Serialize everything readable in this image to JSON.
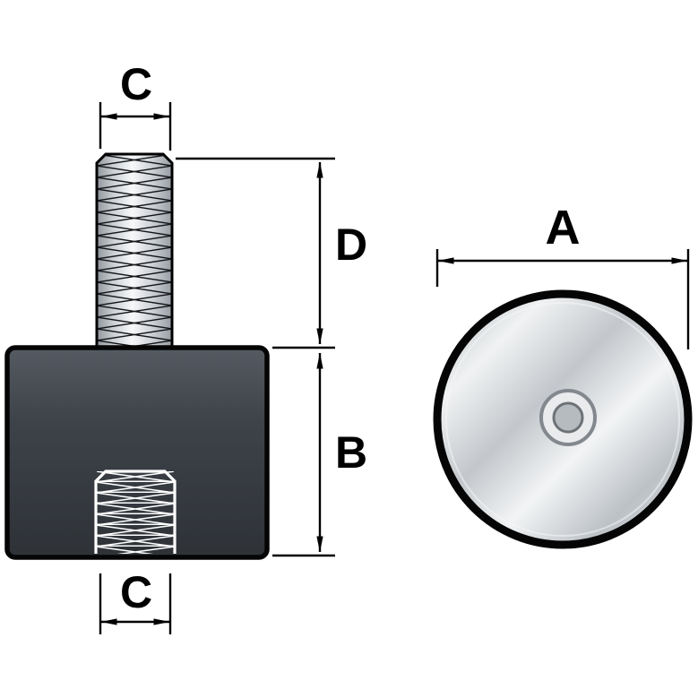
{
  "figure": {
    "type": "technical-drawing",
    "description": "Anti-vibration mount: side elevation with threaded stud and internal thread, plus circular end view, annotated with dimensions",
    "labels": {
      "thread_diameter_top": "C",
      "stud_length": "D",
      "body_height": "B",
      "thread_diameter_bottom": "C",
      "body_diameter": "A"
    },
    "colors": {
      "line": "#000000",
      "body_fill_dark": "#34383e",
      "body_fill_light": "#555b62",
      "metal_light": "#f4f5f6",
      "metal_shadow": "#979da3",
      "background": "#ffffff"
    }
  }
}
